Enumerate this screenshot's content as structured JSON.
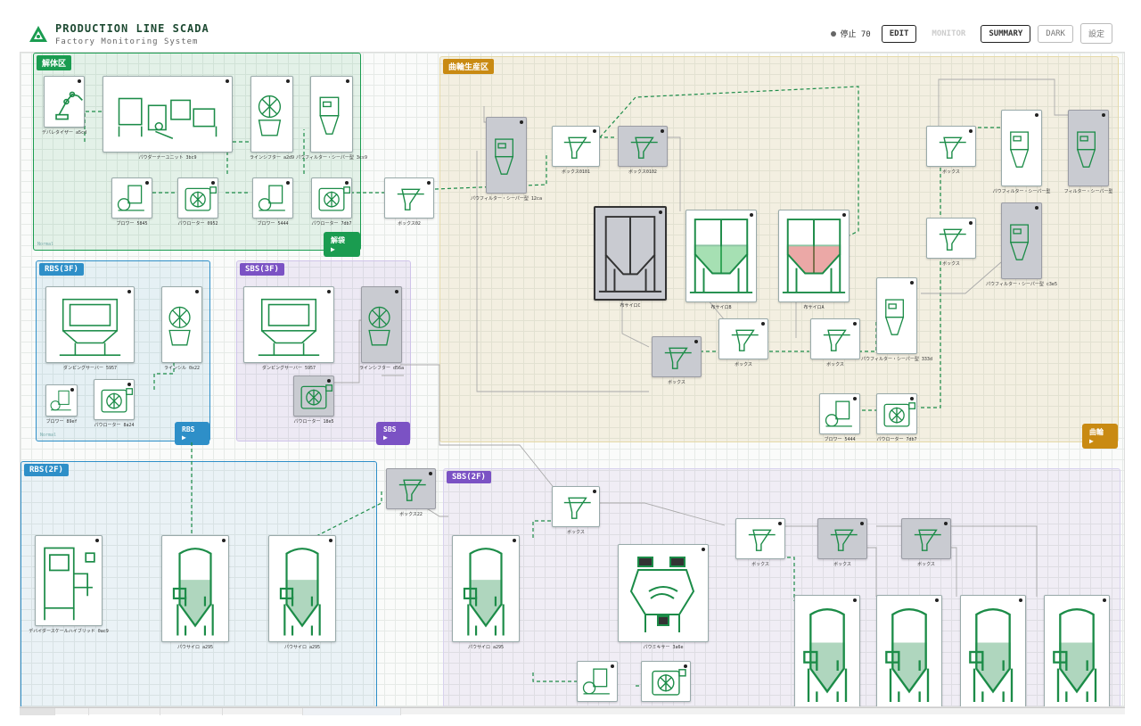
{
  "header": {
    "title": "PRODUCTION LINE SCADA",
    "subtitle": "Factory Monitoring System",
    "status": "停止 70",
    "buttons": [
      "EDIT",
      "MONITOR",
      "SUMMARY",
      "DARK",
      "設定"
    ]
  },
  "colors": {
    "accent": "#1a9c50",
    "grid": "#e6eae7",
    "inactive": "#c9cbd1"
  },
  "zones": [
    {
      "name": "解体区",
      "button": "解袋 ▶",
      "color": "#1a9c50",
      "status_text": "Normal"
    },
    {
      "name": "曲輪生産区",
      "button": "曲輪 ▶",
      "color": "#c98a12"
    },
    {
      "name": "RBS(3F)",
      "button": "RBS ▶",
      "color": "#2e8fc8",
      "status_text": "Normal"
    },
    {
      "name": "SBS(3F)",
      "button": "SBS ▶",
      "color": "#7b52c4"
    },
    {
      "name": "RBS(2F)",
      "color": "#2e8fc8"
    },
    {
      "name": "SBS(2F)",
      "color": "#7b52c4"
    }
  ],
  "equipment_labels": {
    "palletizer": "デパレタイザー a5cd",
    "powder_unit": "パウダーナーユニット 3bc9",
    "line_sifter": "ラインシフター a2d9",
    "filter_a": "パウフィルター・シーパー型 3cs9",
    "blower_1": "ブロワー 5845",
    "roots_1": "パウローター 0952",
    "blower_2": "ブロワー 5444",
    "roots_2": "パウローター 7db7",
    "box_main": "ボックス02",
    "dumping_rbs": "ダンピングサーバー 5957",
    "line_sifter_rbs": "ラインシル 0x22",
    "blower_rbs": "ブロワー 89ef",
    "roots_rbs": "パウローター 8a24",
    "dumping_sbs": "ダンピングサーバー 5957",
    "line_sifter_sbs": "ラインシフター d56a",
    "roots_sbs": "パウローター 18e5",
    "filter_b": "パウフィルター・シーパー型 12ca",
    "box_0101": "ボックス0101",
    "box_0102": "ボックス0102",
    "silo_c1": "布サイロC",
    "silo_c2": "布サイロB",
    "silo_c3": "布サイロA",
    "box_r1": "ボックス",
    "box_r2": "ボックス",
    "box_r3": "ボックス",
    "filter_c": "パウフィルター・シーパー型 333d",
    "blower_r": "ブロワー 5444",
    "roots_r": "パウローター 7db7",
    "box_tr1": "ボックス",
    "box_tr2": "ボックス",
    "filter_tr": "パウフィルター・シーパー型",
    "filter_tr2": "フィルター・シーパー型",
    "filter_tr3": "パウフィルター・シーパー型 c3e5",
    "box_mid": "ボックス22",
    "box_sbs2": "ボックス",
    "mixer_scale": "デバイダースケールハイブリッド 0ac9",
    "silo_2f_1": "パウサイロ a295",
    "silo_2f_2": "パウサイロ a295",
    "silo_sbs2": "パウサイロ a295",
    "mixer": "パウミキサー 3a6e",
    "box_s1": "ボックス",
    "box_s2": "ボックス",
    "box_s3": "ボックス"
  }
}
